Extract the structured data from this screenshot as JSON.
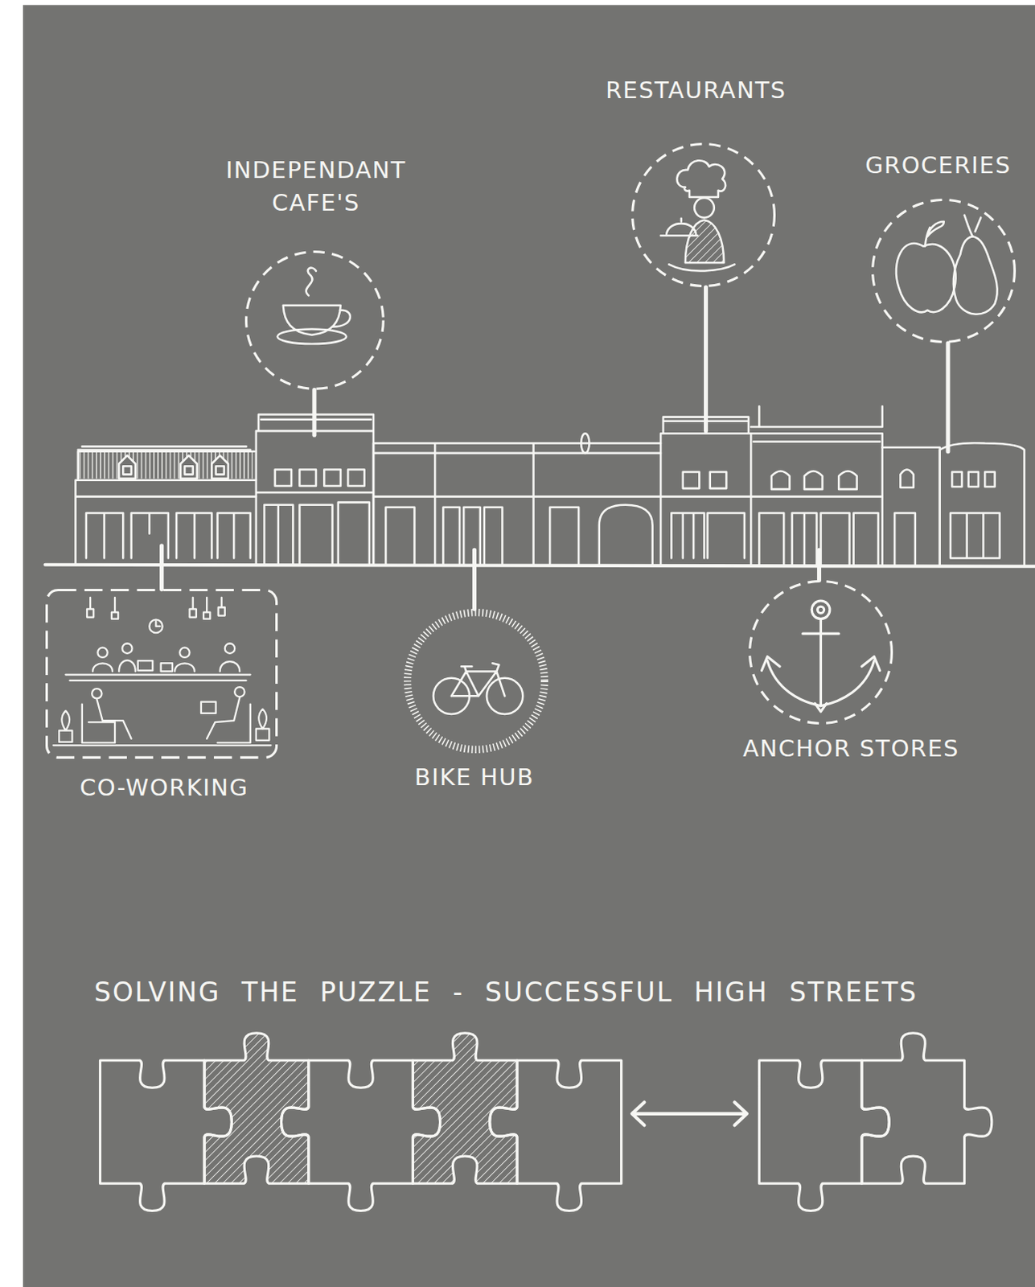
{
  "diagram": {
    "caption": "SOLVING THE PUZZLE - SUCCESSFUL HIGH STREETS",
    "nodes": [
      {
        "text": [
          "INDEPENDANT CAFE'S"
        ]
      },
      {
        "text": [
          "RESTAURANTS"
        ]
      },
      {
        "text": [
          "GROCERIES"
        ]
      },
      {
        "text": [
          "CO-WORKING"
        ]
      },
      {
        "text": [
          "BIKE HUB"
        ]
      },
      {
        "text": [
          "ANCHOR STORES"
        ]
      }
    ]
  }
}
